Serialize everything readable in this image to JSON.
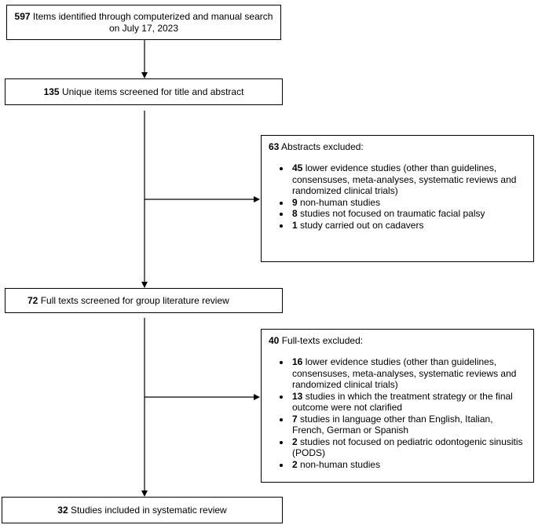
{
  "boxes": {
    "identified": {
      "count": "597",
      "text": "Items identified through computerized and manual search",
      "text2": "on July 17, 2023"
    },
    "screened": {
      "count": "135",
      "text": "Unique items screened for title and abstract"
    },
    "fulltext": {
      "count": "72",
      "text": "Full texts screened for group literature review"
    },
    "included": {
      "count": "32",
      "text": "Studies included in systematic review"
    }
  },
  "excluded_abstracts": {
    "count": "63",
    "title": "Abstracts excluded:",
    "items": [
      {
        "count": "45",
        "text": "lower evidence studies (other than guidelines, consensuses, meta-analyses, systematic reviews and randomized clinical trials)"
      },
      {
        "count": "9",
        "text": "non-human studies"
      },
      {
        "count": "8",
        "text": "studies not focused on traumatic facial palsy"
      },
      {
        "count": "1",
        "text": "study carried out on cadavers"
      }
    ]
  },
  "excluded_fulltexts": {
    "count": "40",
    "title": "Full-texts excluded:",
    "items": [
      {
        "count": "16",
        "text": "lower evidence studies (other than guidelines, consensuses, meta-analyses, systematic reviews and randomized clinical trials)"
      },
      {
        "count": "13",
        "text": "studies in which the treatment strategy or the final outcome were not clarified"
      },
      {
        "count": "7",
        "text": "studies in language other than English, Italian, French, German or Spanish"
      },
      {
        "count": "2",
        "text": "studies not focused on pediatric odontogenic sinusitis (PODS)"
      },
      {
        "count": "2",
        "text": "non-human studies"
      }
    ]
  }
}
